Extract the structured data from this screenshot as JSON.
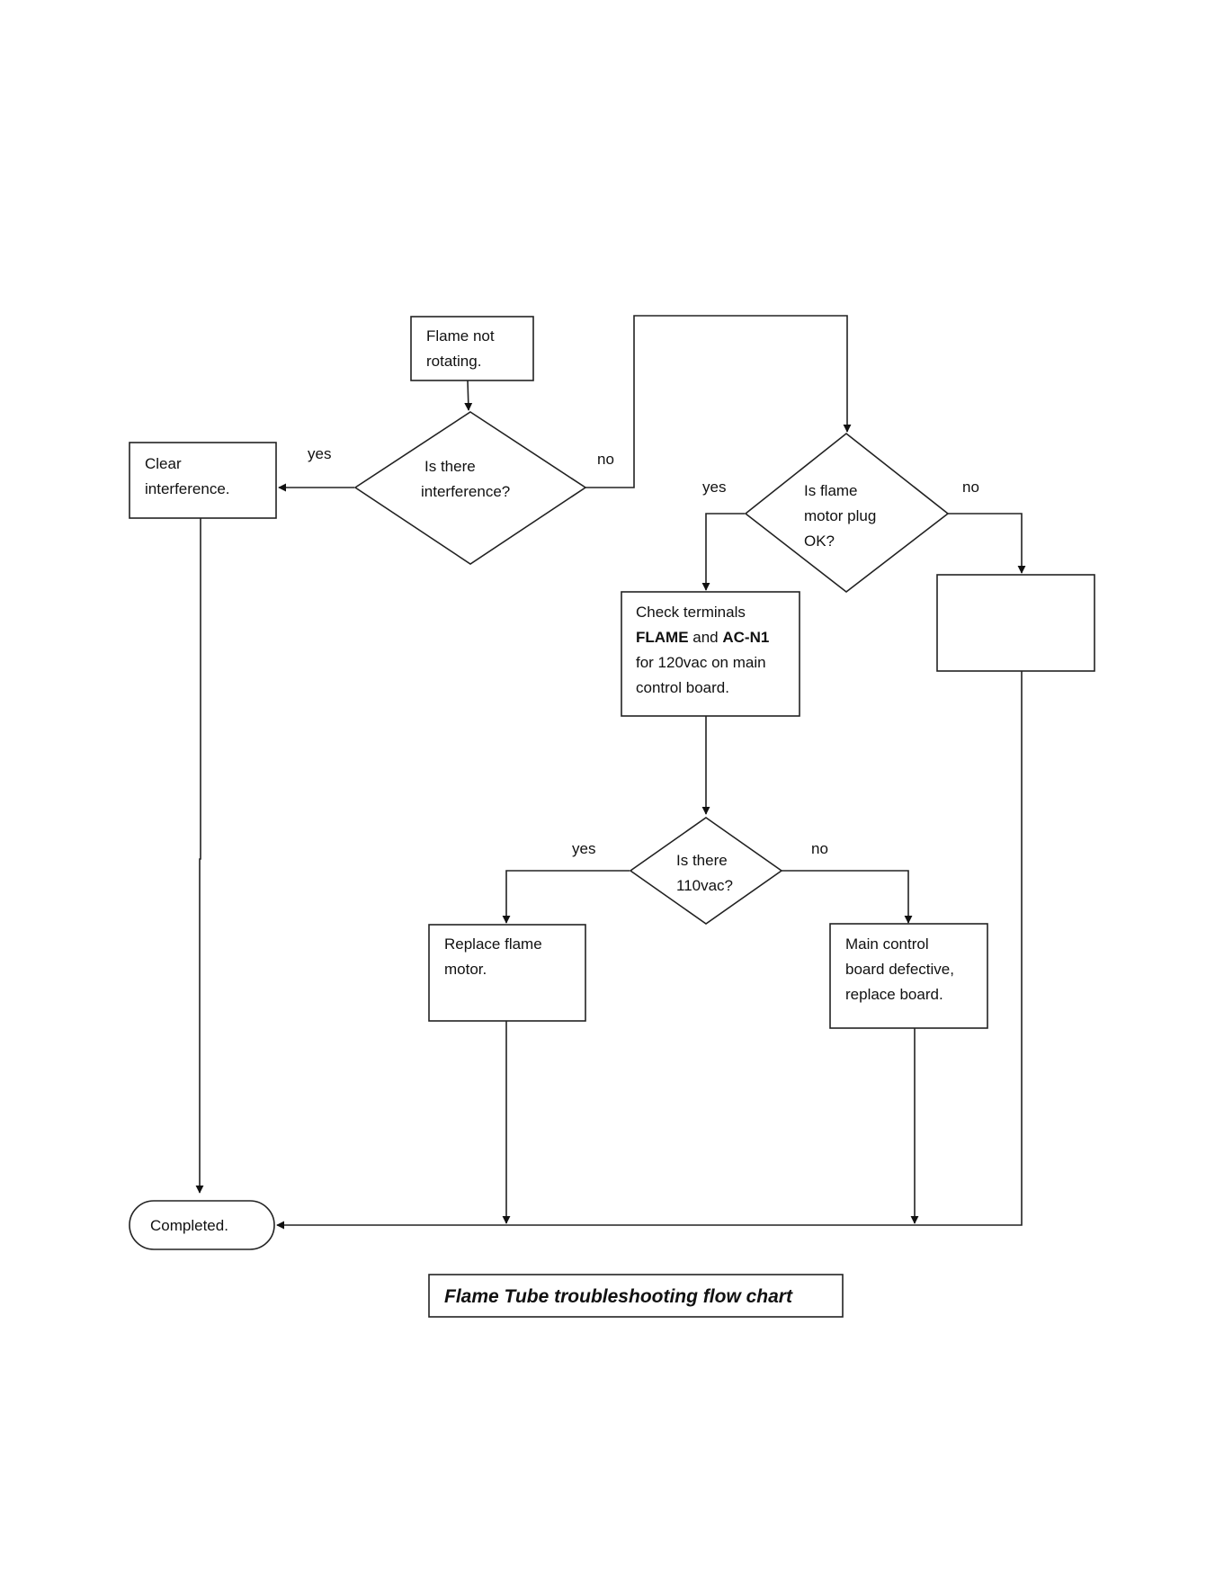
{
  "nodes": {
    "start": [
      "Flame not",
      "rotating."
    ],
    "q_interference": [
      "Is there",
      "interference?"
    ],
    "clear": [
      "Clear",
      "interference."
    ],
    "q_plug": [
      "Is flame",
      "motor plug",
      "OK?"
    ],
    "check_terminals": {
      "line1": "Check terminals",
      "bold1": "FLAME",
      "and": " and ",
      "bold2": "AC-N1",
      "line3": "for 120vac on main",
      "line4": "control board."
    },
    "q_110": [
      "Is there",
      "110vac?"
    ],
    "replace_motor": [
      "Replace flame",
      "motor."
    ],
    "main_board": [
      "Main control",
      "board defective,",
      "replace board."
    ],
    "completed": "Completed."
  },
  "labels": {
    "interference_yes": "yes",
    "interference_no": "no",
    "plug_yes": "yes",
    "plug_no": "no",
    "vac_yes": "yes",
    "vac_no": "no"
  },
  "title": "Flame Tube troubleshooting flow chart"
}
